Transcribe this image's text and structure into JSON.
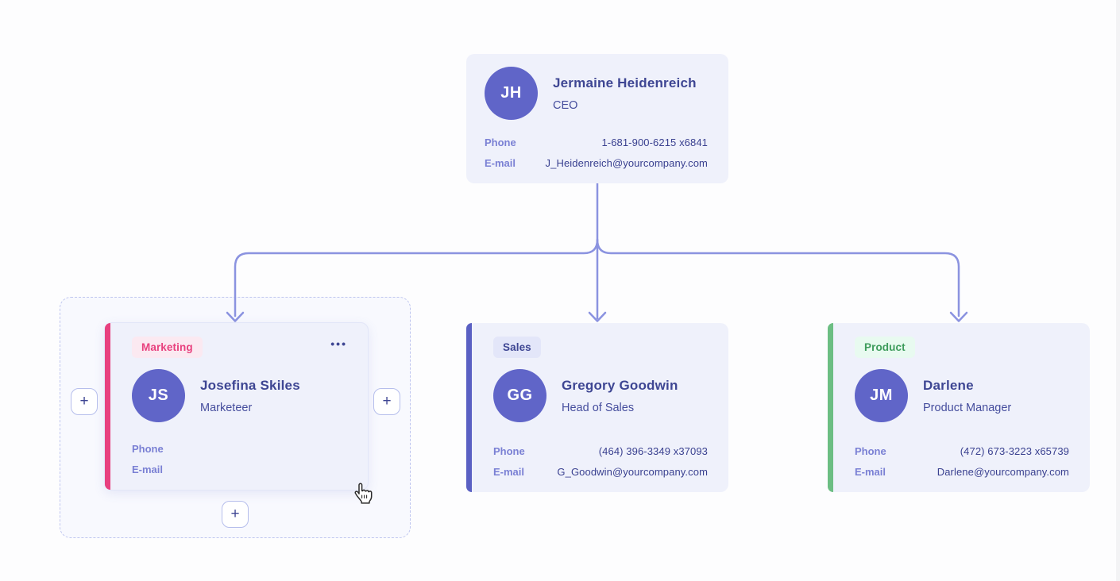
{
  "colors": {
    "connector": "#8B93E0",
    "card_background": "#EFF1FB",
    "avatar_background": "#6065C8",
    "text_primary": "#3A4190",
    "text_label": "#7A80D4"
  },
  "root_card": {
    "initials": "JH",
    "name": "Jermaine Heidenreich",
    "role": "CEO",
    "phone_label": "Phone",
    "phone_value": "1-681-900-6215 x6841",
    "email_label": "E-mail",
    "email_value": "J_Heidenreich@yourcompany.com"
  },
  "department_cards": [
    {
      "department": "Marketing",
      "accent_color": "#E8407F",
      "badge_bg": "#FBE9F1",
      "badge_text_color": "#E8417E",
      "initials": "JS",
      "name": "Josefina Skiles",
      "role": "Marketeer",
      "phone_label": "Phone",
      "phone_value": "",
      "email_label": "E-mail",
      "email_value": "",
      "more_options_icon": "•••",
      "add_button_label": "+",
      "selected": true
    },
    {
      "department": "Sales",
      "accent_color": "#5A60C3",
      "badge_bg": "#E3E6F9",
      "badge_text_color": "#3E4693",
      "initials": "GG",
      "name": "Gregory Goodwin",
      "role": "Head of Sales",
      "phone_label": "Phone",
      "phone_value": "(464) 396-3349 x37093",
      "email_label": "E-mail",
      "email_value": "G_Goodwin@yourcompany.com"
    },
    {
      "department": "Product",
      "accent_color": "#6CBE83",
      "badge_bg": "#E8FAF0",
      "badge_text_color": "#3E9C5C",
      "initials": "JM",
      "name": "Darlene",
      "role": "Product Manager",
      "phone_label": "Phone",
      "phone_value": "(472) 673-3223 x65739",
      "email_label": "E-mail",
      "email_value": "Darlene@yourcompany.com"
    }
  ]
}
